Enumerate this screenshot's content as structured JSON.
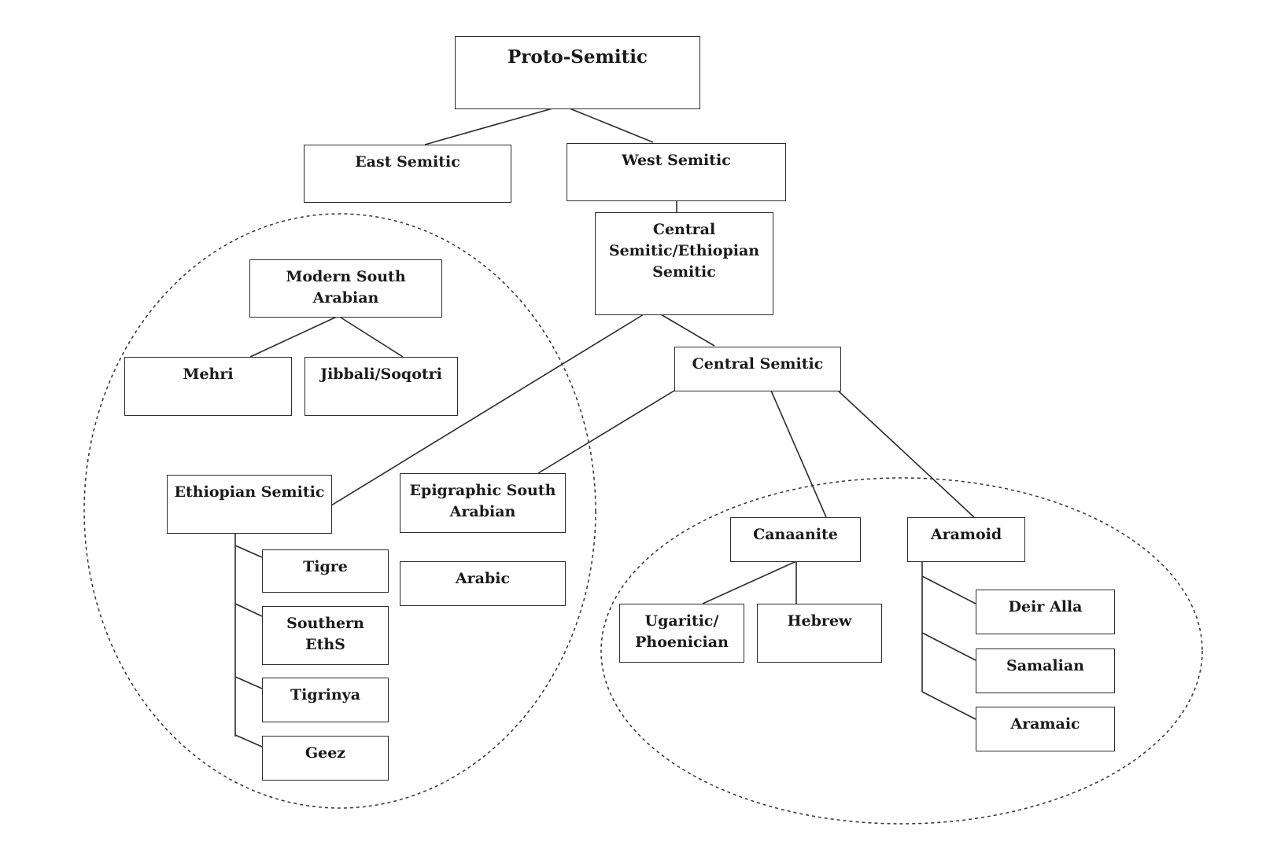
{
  "diagram": {
    "nodes": {
      "proto_semitic": "Proto-Semitic",
      "east_semitic": "East Semitic",
      "west_semitic": "West Semitic",
      "central_ethiopian": [
        "Central",
        "Semitic/Ethiopian",
        "Semitic"
      ],
      "modern_south_arabian": [
        "Modern South",
        "Arabian"
      ],
      "mehri": "Mehri",
      "jibbali_soqotri": "Jibbali/Soqotri",
      "central_semitic": "Central Semitic",
      "ethiopian_semitic": "Ethiopian Semitic",
      "epigraphic_south_arabian": [
        "Epigraphic South",
        "Arabian"
      ],
      "arabic": "Arabic",
      "tigre": "Tigre",
      "southern_eths": [
        "Southern",
        "EthS"
      ],
      "tigrinya": "Tigrinya",
      "geez": "Geez",
      "canaanite": "Canaanite",
      "aramoid": "Aramoid",
      "ugaritic_phoenician": [
        "Ugaritic/",
        "Phoenician"
      ],
      "hebrew": "Hebrew",
      "deir_alla": "Deir Alla",
      "samalian": "Samalian",
      "aramaic": "Aramaic"
    },
    "groupings": [
      "south-semitic-cluster",
      "northwest-semitic-cluster"
    ]
  }
}
